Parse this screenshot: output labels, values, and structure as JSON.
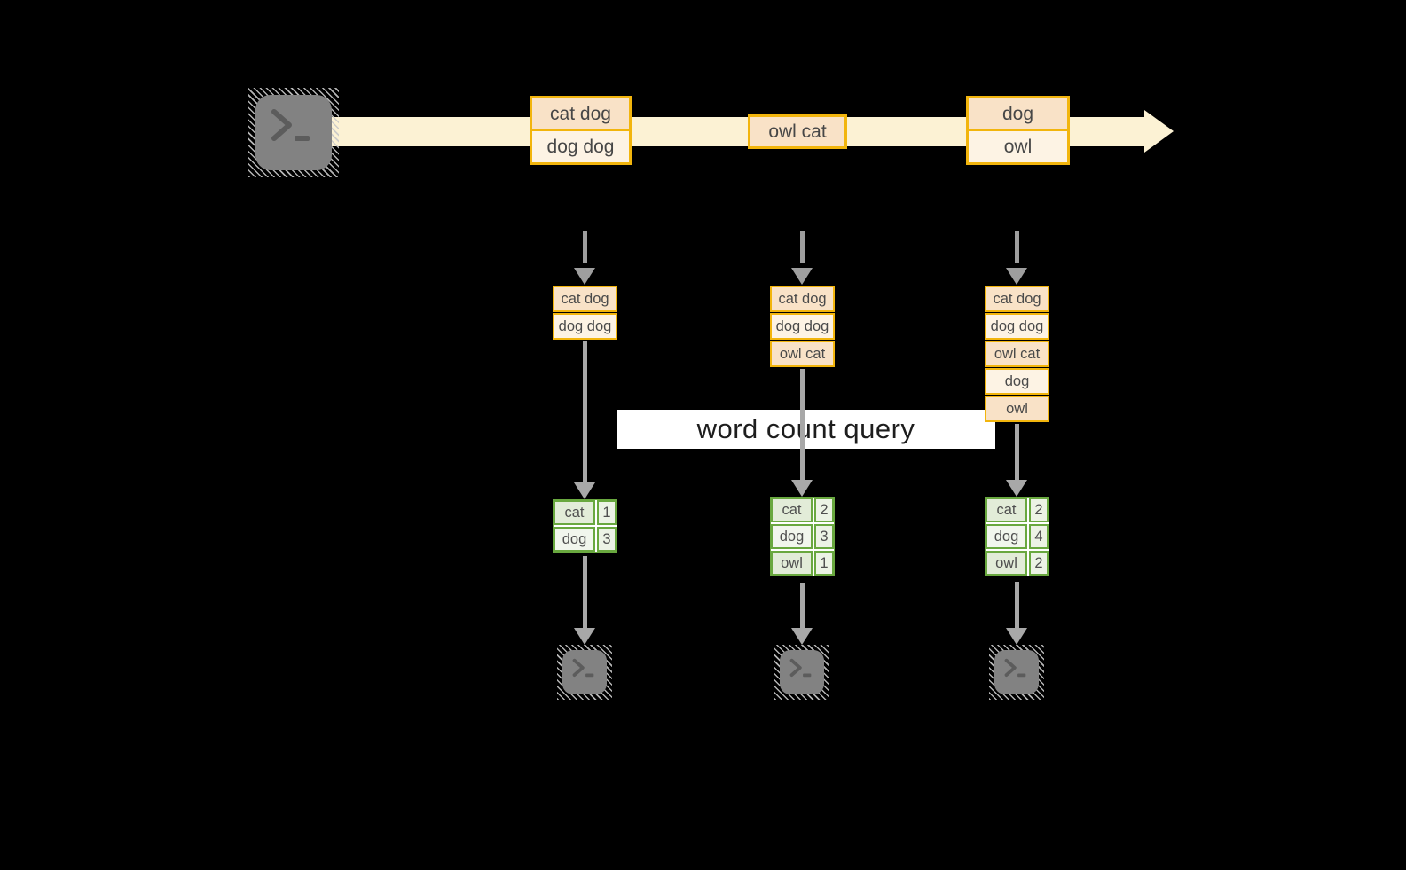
{
  "diagram": {
    "query_label": "word count query",
    "stream": {
      "events": [
        {
          "rows": [
            "cat dog",
            "dog dog"
          ]
        },
        {
          "rows": [
            "owl cat"
          ]
        },
        {
          "rows": [
            "dog",
            "owl"
          ]
        }
      ]
    },
    "columns": [
      {
        "buffer": [
          "cat dog",
          "dog dog"
        ],
        "counts": [
          [
            "cat",
            "1"
          ],
          [
            "dog",
            "3"
          ]
        ]
      },
      {
        "buffer": [
          "cat dog",
          "dog dog",
          "owl cat"
        ],
        "counts": [
          [
            "cat",
            "2"
          ],
          [
            "dog",
            "3"
          ],
          [
            "owl",
            "1"
          ]
        ]
      },
      {
        "buffer": [
          "cat dog",
          "dog dog",
          "owl cat",
          "dog",
          "owl"
        ],
        "counts": [
          [
            "cat",
            "2"
          ],
          [
            "dog",
            "4"
          ],
          [
            "owl",
            "2"
          ]
        ]
      }
    ],
    "icons": {
      "terminal": "terminal-icon"
    },
    "colors": {
      "background": "#000000",
      "stream_band": "#fcf2d4",
      "event_border": "#f2b50d",
      "event_fill_dark": "#f9e2c7",
      "event_fill_light": "#fdf3e4",
      "table_border": "#69a83f",
      "table_fill_dark": "#e2ecd8",
      "table_fill_light": "#f1f6ed",
      "arrow_gray": "#a8a8a8",
      "terminal_gray": "#828282",
      "label_bg": "#ffffff",
      "text_dark": "#474747"
    }
  }
}
